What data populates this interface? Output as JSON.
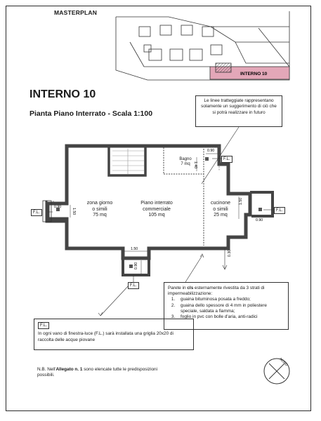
{
  "masterplan": {
    "label": "MASTERPLAN",
    "highlight_label": "INTERNO 10",
    "highlight_color": "#e0a3b5"
  },
  "title": "INTERNO 10",
  "subtitle": "Pianta Piano Interrato - Scala 1:100",
  "note_dashed": "Le linee tratteggiate rappresentano solamente un suggerimento di ciò che si potrà realizzare in futuro",
  "rooms": {
    "zona_giorno": [
      "zona giorno",
      "o simili",
      "75 mq"
    ],
    "piano_interrato": [
      "Piano interrato",
      "commerciale",
      "105 mq"
    ],
    "cucinone": [
      "cucinone",
      "o simili",
      "25 mq"
    ],
    "bagno": [
      "Bagno",
      "7 mq"
    ]
  },
  "fl_tag": "F.L.",
  "dimensions": {
    "d090_top": "0.90",
    "d140_bagno": "1.40",
    "d090_left": "0.90",
    "d150_left": "1.50",
    "d150_right": "1.50",
    "d090_right": "0.90",
    "d150_bottom": "1.50",
    "d090_bottom": "0.90",
    "d030": "0.30"
  },
  "parete": {
    "intro_before": "Parete in ",
    "intro_bold": "cls",
    "intro_after": " esternamente rivestita da 3 strati di impermeabilizzazione:",
    "items": [
      "guaina bituminosa posata a freddo;",
      "guaina dello spessore di 4 mm in poliestere speciale, saldata a fiamma;",
      "foglio in pvc con bolle d'aria, anti-radici"
    ]
  },
  "fl_note": {
    "head": "F.L.",
    "text": "In ogni vano di finestra-luce (F.L.) sarà installata una griglia 20x20 di raccolta delle acque piovane"
  },
  "nb_note": {
    "before": "N.B. Nell'",
    "bold": "Allegato n. 1",
    "after": " sono elencate tutte le predisposizioni possibili."
  },
  "north_label": "NORD"
}
